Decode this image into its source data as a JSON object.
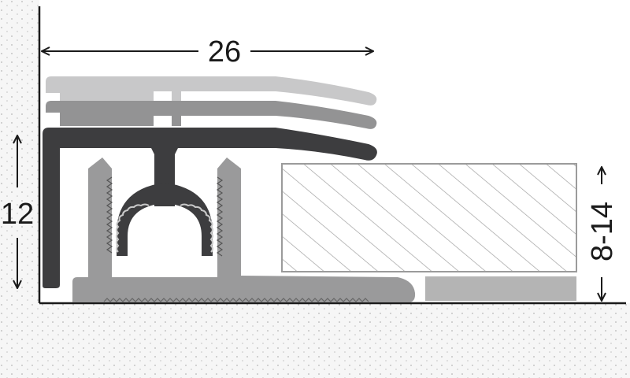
{
  "dimensions": {
    "width_label": "26",
    "height_label": "12",
    "range_label": "8-14"
  },
  "colors": {
    "line": "#1a1a1a",
    "profile_dark": "#3d3d3f",
    "profile_mid": "#8f8f90",
    "profile_light": "#c5c5c6",
    "base_profile": "#9a9a9b",
    "floor_fill": "#f5f5f5",
    "dots": "#b9b9b9",
    "hatch": "#9b9b9b",
    "underlay": "#b4b4b4"
  }
}
